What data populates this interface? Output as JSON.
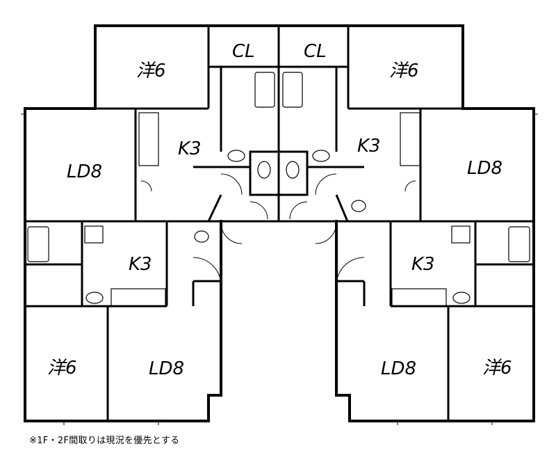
{
  "rooms": {
    "western_top_left": "洋6",
    "cl_left": "CL",
    "cl_right": "CL",
    "western_top_right": "洋6",
    "k3_upper_left": "K3",
    "k3_upper_right": "K3",
    "ld8_upper_left": "LD8",
    "ld8_upper_right": "LD8",
    "k3_lower_left": "K3",
    "k3_lower_right": "K3",
    "western_bottom_left": "洋6",
    "ld8_lower_left": "LD8",
    "ld8_lower_right": "LD8",
    "western_bottom_right": "洋6"
  },
  "note": "※1F・2F間取りは現況を優先とする"
}
